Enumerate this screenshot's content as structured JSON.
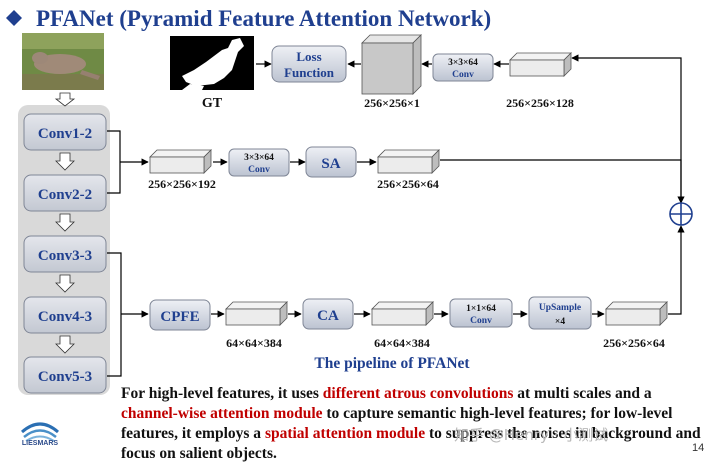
{
  "title": "PFANet (Pyramid Feature Attention Network)",
  "gt_label": "GT",
  "backbone": [
    "Conv1-2",
    "Conv2-2",
    "Conv3-3",
    "Conv4-3",
    "Conv5-3"
  ],
  "blocks": {
    "loss": [
      "Loss",
      "Function"
    ],
    "conv_top": [
      "3×3×64",
      "Conv"
    ],
    "conv_mid": [
      "3×3×64",
      "Conv"
    ],
    "sa": "SA",
    "cpfe": "CPFE",
    "ca": "CA",
    "conv_low": [
      "1×1×64",
      "Conv"
    ],
    "upsample": [
      "UpSample",
      "×4"
    ]
  },
  "dims": {
    "top_out": "256×256×1",
    "top_in": "256×256×128",
    "mid_in": "256×256×192",
    "mid_out": "256×256×64",
    "low_cpfe": "64×64×384",
    "low_ca": "64×64×384",
    "low_out": "256×256×64"
  },
  "pipeline_caption": "The pipeline of PFANet",
  "description": {
    "p1": "For high-level features, it uses ",
    "h1": "different atrous convolutions",
    "p2": " at multi scales and a ",
    "h2": "channel-wise attention module",
    "p3": " to capture semantic high-level features; for low-level features, it employs a ",
    "h3": "spatial attention module",
    "p4": " to suppress the noises in background and focus on salient objects."
  },
  "logo_text": "LIESMARS",
  "watermark": "知乎 @Henry · 小测试",
  "page_number": "14",
  "colors": {
    "title": "#1f3f8f",
    "label": "#1f3f8f",
    "highlight": "#c00000"
  }
}
